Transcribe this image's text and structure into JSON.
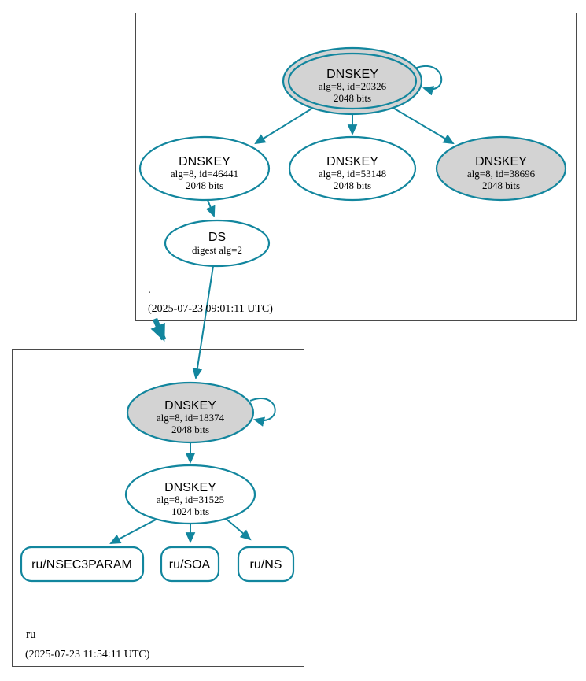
{
  "diagram_type": "dnssec-authentication-chain",
  "colors": {
    "secure_teal": "#12869e",
    "ksk_fill": "#d3d3d3",
    "node_fill": "#ffffff",
    "box_border": "#4a4a4a",
    "text": "#000000"
  },
  "zones": {
    "root": {
      "name": ".",
      "timestamp": "(2025-07-23 09:01:11 UTC)"
    },
    "ru": {
      "name": "ru",
      "timestamp": "(2025-07-23 11:54:11 UTC)"
    }
  },
  "nodes": {
    "root_ksk_20326": {
      "title": "DNSKEY",
      "detail1": "alg=8, id=20326",
      "detail2": "2048 bits"
    },
    "root_zsk_46441": {
      "title": "DNSKEY",
      "detail1": "alg=8, id=46441",
      "detail2": "2048 bits"
    },
    "root_zsk_53148": {
      "title": "DNSKEY",
      "detail1": "alg=8, id=53148",
      "detail2": "2048 bits"
    },
    "root_key_38696": {
      "title": "DNSKEY",
      "detail1": "alg=8, id=38696",
      "detail2": "2048 bits"
    },
    "root_ds": {
      "title": "DS",
      "detail1": "digest alg=2"
    },
    "ru_ksk_18374": {
      "title": "DNSKEY",
      "detail1": "alg=8, id=18374",
      "detail2": "2048 bits"
    },
    "ru_zsk_31525": {
      "title": "DNSKEY",
      "detail1": "alg=8, id=31525",
      "detail2": "1024 bits"
    },
    "ru_nsec3param": {
      "label": "ru/NSEC3PARAM"
    },
    "ru_soa": {
      "label": "ru/SOA"
    },
    "ru_ns": {
      "label": "ru/NS"
    }
  }
}
